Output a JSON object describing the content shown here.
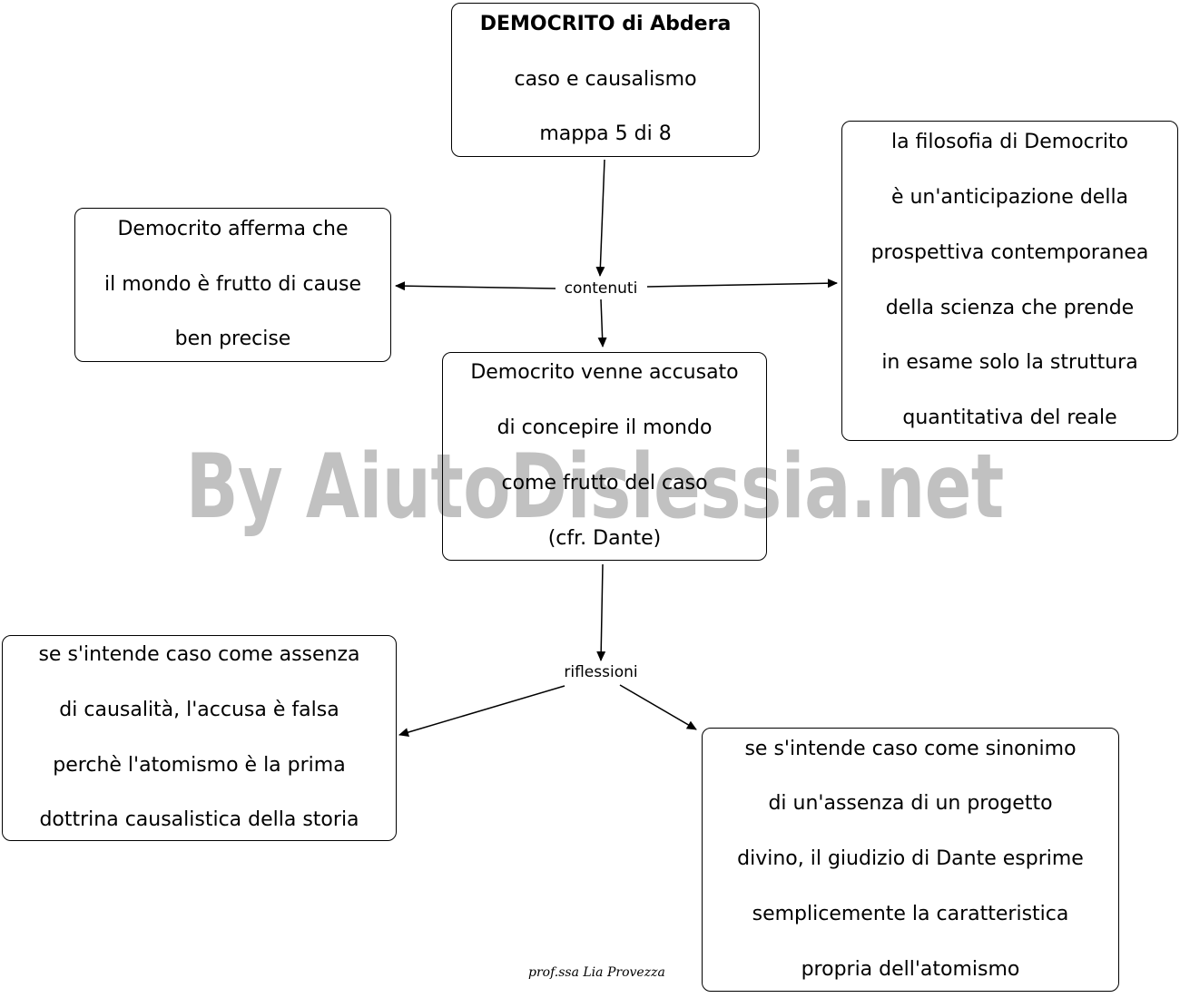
{
  "nodes": {
    "title": {
      "lines": [
        "DEMOCRITO di Abdera",
        "caso e causalismo",
        "mappa 5 di 8"
      ]
    },
    "cause": {
      "lines": [
        "Democrito afferma che",
        "il mondo è frutto di cause",
        "ben precise"
      ]
    },
    "anticipation": {
      "lines": [
        "la filosofia di Democrito",
        "è un'anticipazione della",
        "prospettiva contemporanea",
        "della scienza che prende",
        "in esame solo la struttura",
        "quantitativa del reale"
      ]
    },
    "accusation": {
      "lines": [
        "Democrito venne accusato",
        "di concepire il mondo",
        "come frutto del caso",
        "(cfr. Dante)"
      ]
    },
    "false_accusation": {
      "lines": [
        "se s'intende caso come assenza",
        "di causalità, l'accusa è falsa",
        "perchè l'atomismo è la prima",
        "dottrina causalistica della storia"
      ]
    },
    "dante_judgement": {
      "lines": [
        "se s'intende caso come sinonimo",
        "di un'assenza di un progetto",
        "divino, il giudizio di Dante esprime",
        "semplicemente la caratteristica",
        "propria dell'atomismo"
      ]
    }
  },
  "link_labels": {
    "contents": "contenuti",
    "reflections": "riflessioni"
  },
  "watermark": "By AiutoDislessia.net",
  "signature": "prof.ssa Lia Provezza"
}
